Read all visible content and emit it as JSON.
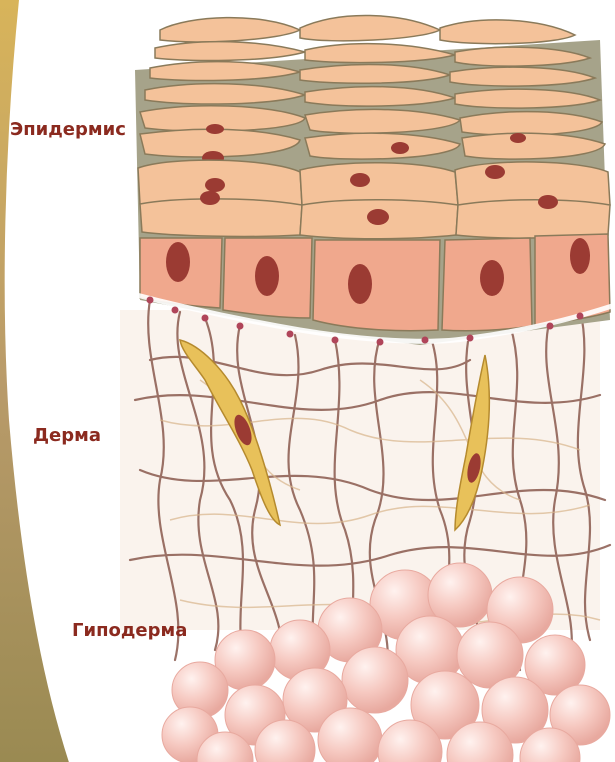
{
  "labels": {
    "epidermis": "Эпидермис",
    "dermis": "Дерма",
    "hypodermis": "Гиподерма"
  },
  "colors": {
    "label": "#8b2a1f",
    "cell_fill": "#f4c29a",
    "basal_cell_fill": "#f0a88d",
    "nucleus": "#9b3b33",
    "fiber": "#8a5a4e",
    "fibroblast": "#e8c15a",
    "fat_cell": "#f8cfc8",
    "background_left": "#c9b27a"
  }
}
